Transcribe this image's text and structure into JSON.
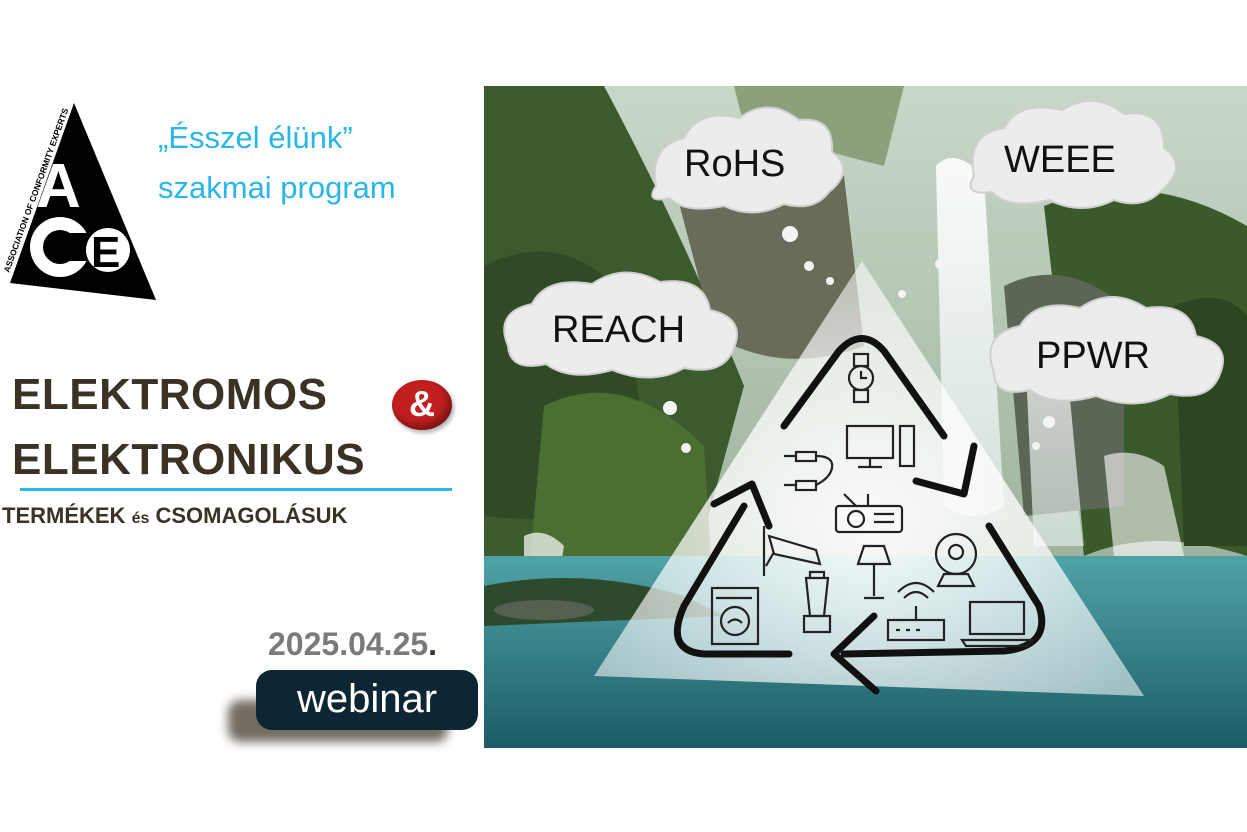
{
  "logo": {
    "letters": "ACE",
    "circle_text": "ASSOCIATION OF CONFORMITY EXPERTS"
  },
  "tagline": {
    "line1": "„Ésszel élünk”",
    "line2": "szakmai program"
  },
  "heading": {
    "line1": "ELEKTROMOS",
    "ampersand": "&",
    "line2": "ELEKTRONIKUS",
    "sub_part1": "TERMÉKEK",
    "sub_connector": "és",
    "sub_part2": "CSOMAGOLÁSUK"
  },
  "date": {
    "value": "2025.04.25",
    "dot": "."
  },
  "webinar": {
    "label": "webinar"
  },
  "clouds": [
    "RoHS",
    "WEEE",
    "REACH",
    "PPWR"
  ],
  "colors": {
    "accent": "#29b6e8",
    "heading": "#3b3226",
    "amp": "#c21f1f",
    "webinar_bg": "#0e2633",
    "date": "#7a7a7a"
  },
  "icons": [
    "watch-icon",
    "desktop-computer-icon",
    "usb-cable-icon",
    "projector-icon",
    "security-camera-icon",
    "floor-lamp-icon",
    "webcam-icon",
    "washing-machine-icon",
    "blender-icon",
    "wifi-router-icon",
    "laptop-icon",
    "recycle-arrows-icon"
  ]
}
